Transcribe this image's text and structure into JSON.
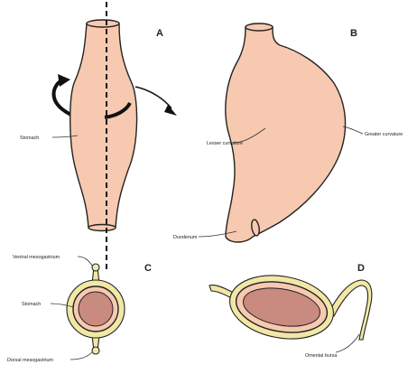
{
  "panels": {
    "a": {
      "letter": "A",
      "stomach_label": "Stomach"
    },
    "b": {
      "letter": "B",
      "greater_curvature_label": "Greater curvature",
      "lesser_curvature_label": "Lesser curvature",
      "duodenum_label": "Duodenum"
    },
    "c": {
      "letter": "C",
      "ventral_mesogastrium_label": "Ventral mesogastrium",
      "stomach_label": "Stomach",
      "dorsal_mesogastrium_label": "Dorsal mesogastrium"
    },
    "d": {
      "letter": "D",
      "omental_bursa_label": "Omental bursa"
    }
  },
  "colors": {
    "organ_fill": "#f7c9b0",
    "mesentery_fill": "#f2e8a6",
    "inner_fill": "#c98a80",
    "outline": "#222222"
  }
}
